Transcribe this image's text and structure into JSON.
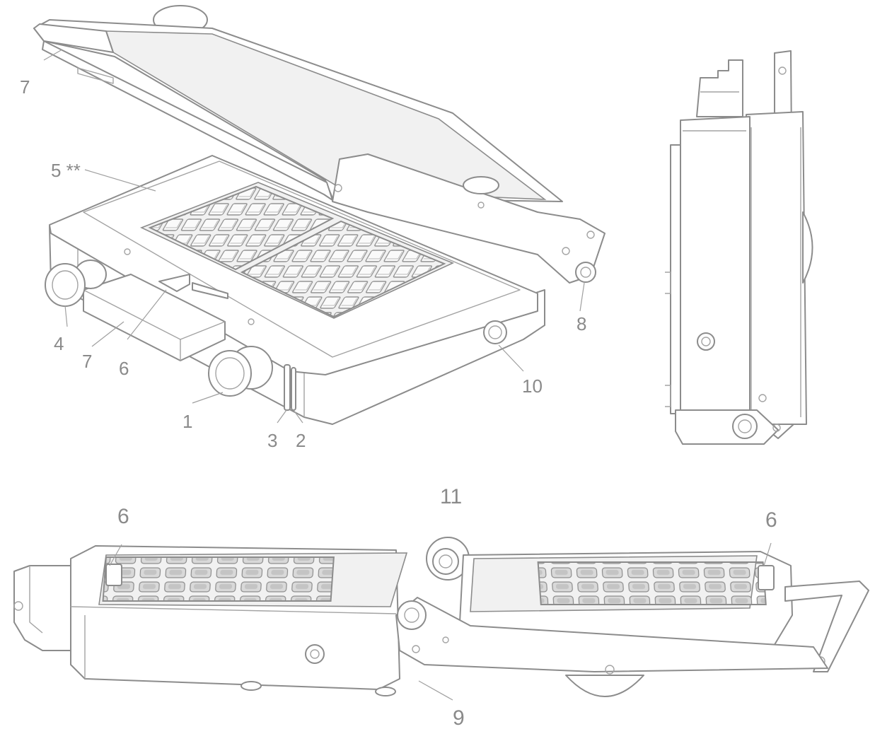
{
  "callouts": {
    "c1": "1",
    "c2": "2",
    "c3": "3",
    "c4": "4",
    "c5": "5 **",
    "c6a": "6",
    "c6b": "6",
    "c6c": "6",
    "c7a": "7",
    "c7b": "7",
    "c8": "8",
    "c9": "9",
    "c10": "10",
    "c11": "11"
  },
  "colors": {
    "line": "#8c8c8c",
    "label": "#8a8a8a",
    "background": "#ffffff"
  }
}
